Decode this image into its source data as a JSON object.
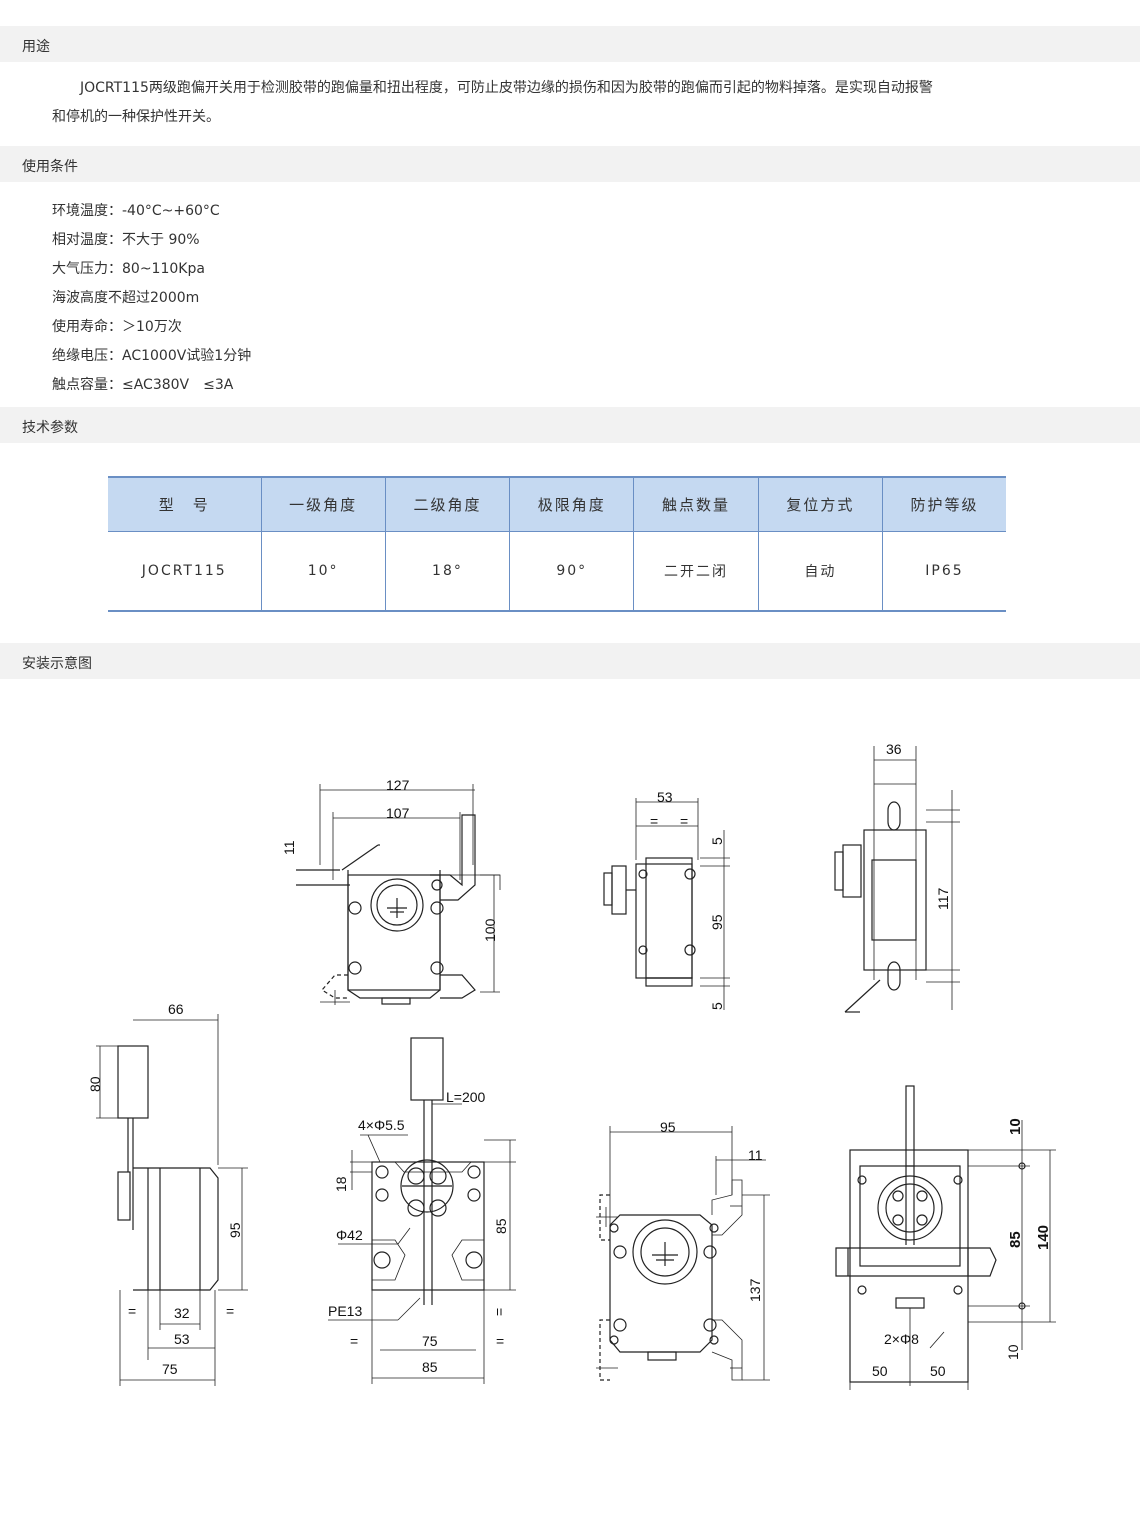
{
  "sections": {
    "usage": "用途",
    "conditions": "使用条件",
    "tech": "技术参数",
    "install": "安装示意图"
  },
  "usage_text": {
    "line1": "JOCRT115两级跑偏开关用于检测胶带的跑偏量和扭出程度，可防止皮带边缘的损伤和因为胶带的跑偏而引起的物料掉落。是实现自动报警",
    "line2": "和停机的一种保护性开关。"
  },
  "conditions": [
    "环境温度：-40°C~+60°C",
    "相对温度：不大于 90%",
    "大气压力：80~110Kpa",
    "海波高度不超过2000m",
    "使用寿命：＞10万次",
    "绝缘电压：AC1000V试验1分钟",
    "触点容量：≤AC380V　≤3A"
  ],
  "table": {
    "headers": [
      "型　号",
      "一级角度",
      "二级角度",
      "极限角度",
      "触点数量",
      "复位方式",
      "防护等级"
    ],
    "row": [
      "JOCRT115",
      "10°",
      "18°",
      "90°",
      "二开二闭",
      "自动",
      "IP65"
    ]
  },
  "dims": {
    "top_front": {
      "w_outer": "127",
      "w_inner": "107",
      "h": "100",
      "tab": "11"
    },
    "top_side": {
      "w": "53",
      "h": "95",
      "top": "5",
      "bottom": "5"
    },
    "top_end": {
      "w": "36",
      "h": "117"
    },
    "left_side": {
      "w": "66",
      "arm": "80",
      "h": "95",
      "b1": "32",
      "b2": "53",
      "b3": "75",
      "eq": "="
    },
    "front_lever": {
      "holes": "4×Φ5.5",
      "lever": "L=200",
      "top": "18",
      "dia": "Φ42",
      "h": "85",
      "gland": "PE13",
      "w1": "75",
      "w2": "85",
      "eq": "="
    },
    "front_plate": {
      "w": "95",
      "tab": "11",
      "h": "137"
    },
    "mount": {
      "t1": "10",
      "mid": "85",
      "total": "140",
      "t2": "10",
      "holes": "2×Φ8",
      "w1": "50",
      "w2": "50"
    }
  }
}
